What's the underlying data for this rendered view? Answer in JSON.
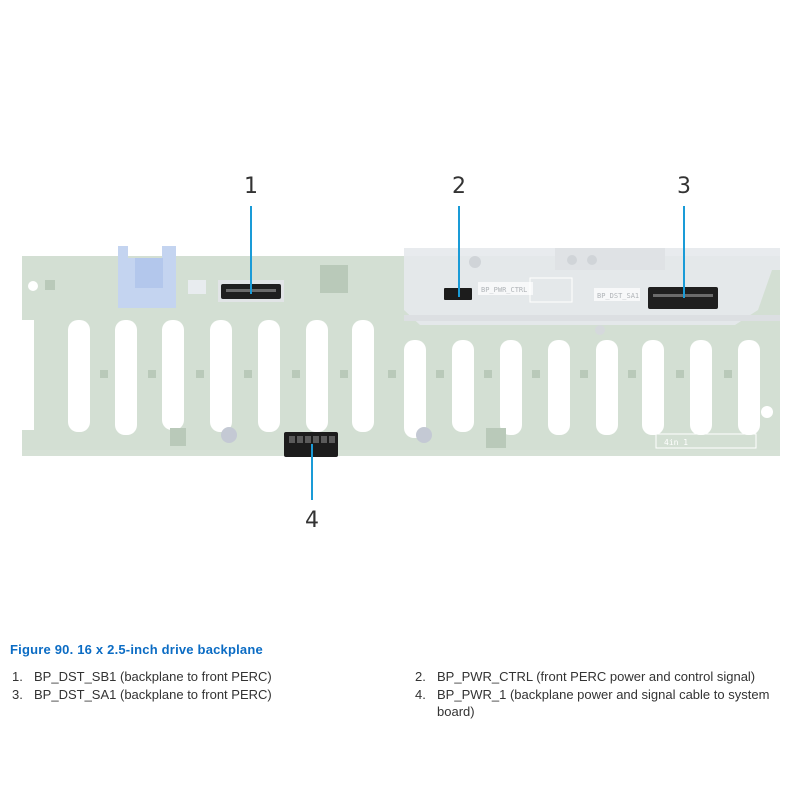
{
  "figure": {
    "callouts": [
      {
        "number": "1",
        "label": "BP_DST_SB1"
      },
      {
        "number": "2",
        "label": "BP_PWR_CTRL"
      },
      {
        "number": "3",
        "label": "BP_DST_SA1"
      },
      {
        "number": "4",
        "label": "BP_PWR_1"
      }
    ],
    "board_labels": {
      "pwr_ctrl": "BP_PWR_CTRL",
      "dst_sa1": "BP_DST_SA1",
      "four_in_one": "4in 1"
    },
    "colors": {
      "board": "#cfdccf",
      "callout_line": "#1a9bd7",
      "connector": "#1c1c1c",
      "latch": "#b8cdf0"
    }
  },
  "caption": {
    "title": "Figure 90. 16 x 2.5-inch drive backplane"
  },
  "legend": [
    {
      "number": "1.",
      "text": "BP_DST_SB1 (backplane to front PERC)"
    },
    {
      "number": "2.",
      "text": "BP_PWR_CTRL (front PERC power and control signal)"
    },
    {
      "number": "3.",
      "text": "BP_DST_SA1 (backplane to front PERC)"
    },
    {
      "number": "4.",
      "text_line1": "BP_PWR_1 (backplane power and signal cable to system",
      "text_line2": "board)"
    }
  ]
}
